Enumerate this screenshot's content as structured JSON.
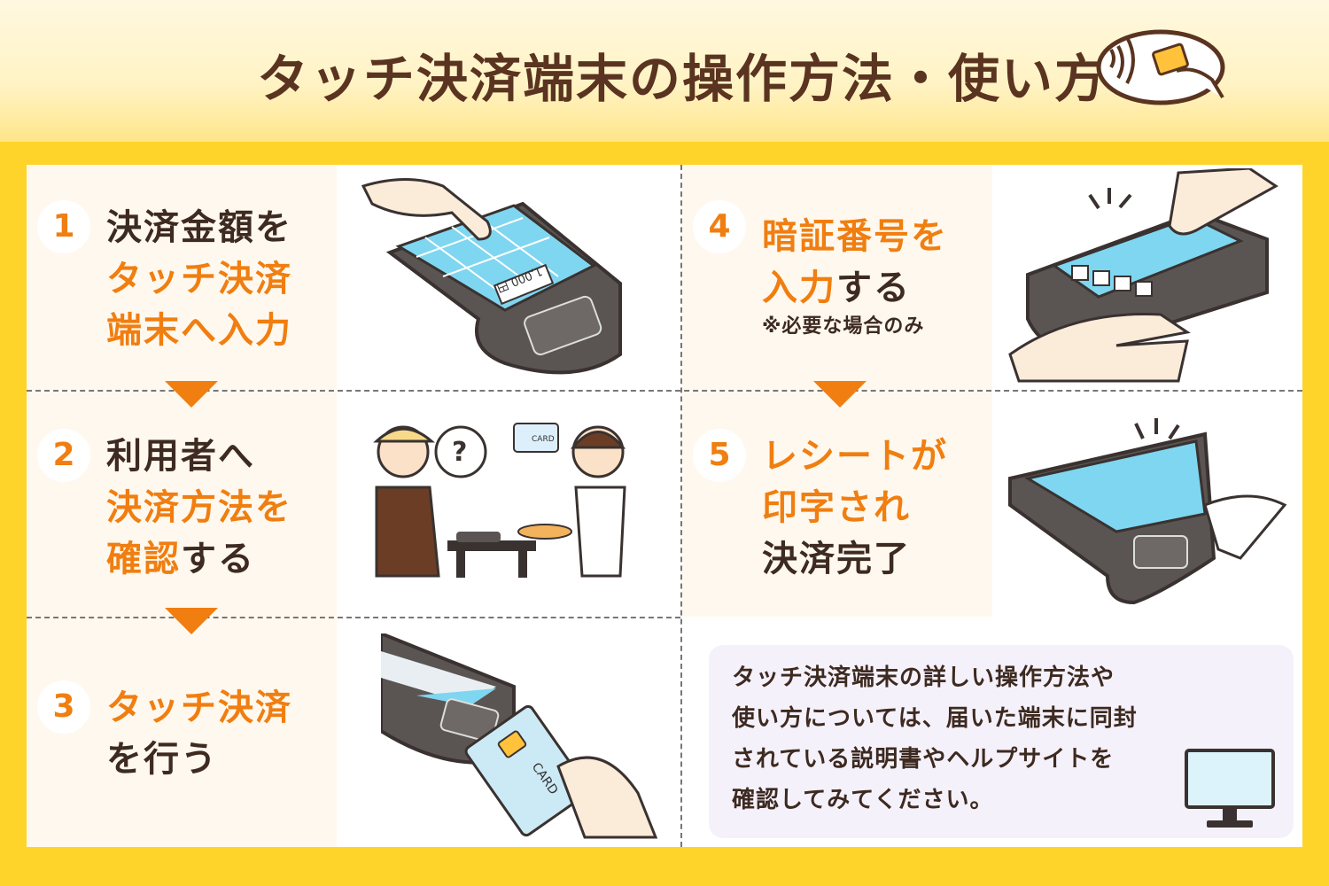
{
  "header": {
    "title": "タッチ決済端末の操作方法・使い方"
  },
  "steps": [
    {
      "num": "1",
      "lines": [
        [
          {
            "t": "決済金額を",
            "c": "dark"
          }
        ],
        [
          {
            "t": "タッチ決済",
            "c": "orange"
          }
        ],
        [
          {
            "t": "端末へ入力",
            "c": "orange"
          }
        ]
      ]
    },
    {
      "num": "2",
      "lines": [
        [
          {
            "t": "利用者へ",
            "c": "dark"
          }
        ],
        [
          {
            "t": "決済方法を",
            "c": "orange"
          }
        ],
        [
          {
            "t": "確認",
            "c": "orange"
          },
          {
            "t": "する",
            "c": "dark"
          }
        ]
      ]
    },
    {
      "num": "3",
      "lines": [
        [
          {
            "t": "タッチ決済",
            "c": "orange"
          }
        ],
        [
          {
            "t": "を行う",
            "c": "dark"
          }
        ]
      ]
    },
    {
      "num": "4",
      "lines": [
        [
          {
            "t": "暗証番号を",
            "c": "orange"
          }
        ],
        [
          {
            "t": "入力",
            "c": "orange"
          },
          {
            "t": "する",
            "c": "dark"
          }
        ]
      ],
      "note": "※必要な場合のみ"
    },
    {
      "num": "5",
      "lines": [
        [
          {
            "t": "レシートが",
            "c": "orange"
          }
        ],
        [
          {
            "t": "印字され",
            "c": "orange"
          }
        ],
        [
          {
            "t": "決済完了",
            "c": "dark"
          }
        ]
      ]
    }
  ],
  "illustrations": {
    "terminal_amount": "1,000 円",
    "card_label": "CARD",
    "question_mark": "?"
  },
  "info": {
    "lines": [
      "タッチ決済端末の詳しい操作方法や",
      "使い方については、届いた端末に同封",
      "されている説明書やヘルプサイトを",
      "確認してみてください。"
    ]
  },
  "colors": {
    "background": "#FFD42A",
    "accent": "#F07E10",
    "text": "#3d2a20",
    "terminal": "#5a5553",
    "screen": "#7FD6F0"
  }
}
